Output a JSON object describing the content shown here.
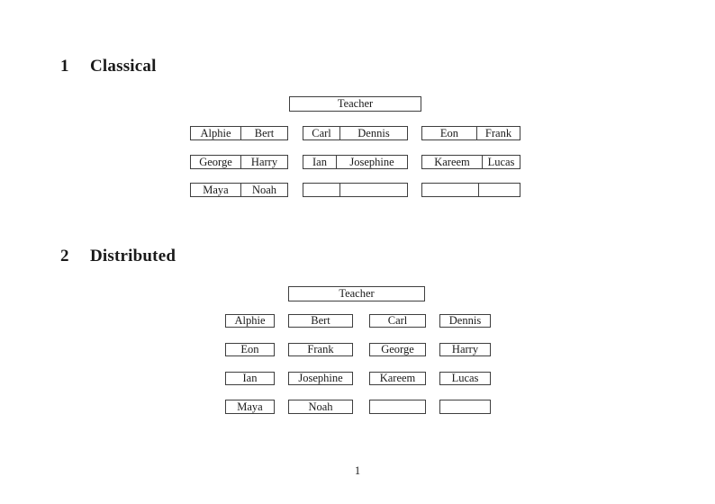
{
  "document": {
    "page_number": "1"
  },
  "colors": {
    "border": "#3f3f3f",
    "text": "#1a1a1a",
    "background": "#ffffff"
  },
  "classical": {
    "heading_number": "1",
    "heading_title": "Classical",
    "teacher_label": "Teacher",
    "rows": [
      [
        {
          "left": "Alphie",
          "right": "Bert"
        },
        {
          "left": "Carl",
          "right": "Dennis"
        },
        {
          "left": "Eon",
          "right": "Frank"
        }
      ],
      [
        {
          "left": "George",
          "right": "Harry"
        },
        {
          "left": "Ian",
          "right": "Josephine"
        },
        {
          "left": "Kareem",
          "right": "Lucas"
        }
      ],
      [
        {
          "left": "Maya",
          "right": "Noah"
        },
        {
          "left": "",
          "right": ""
        },
        {
          "left": "",
          "right": ""
        }
      ]
    ]
  },
  "distributed": {
    "heading_number": "2",
    "heading_title": "Distributed",
    "teacher_label": "Teacher",
    "rows": [
      [
        "Alphie",
        "Bert",
        "Carl",
        "Dennis"
      ],
      [
        "Eon",
        "Frank",
        "George",
        "Harry"
      ],
      [
        "Ian",
        "Josephine",
        "Kareem",
        "Lucas"
      ],
      [
        "Maya",
        "Noah",
        "",
        ""
      ]
    ]
  }
}
